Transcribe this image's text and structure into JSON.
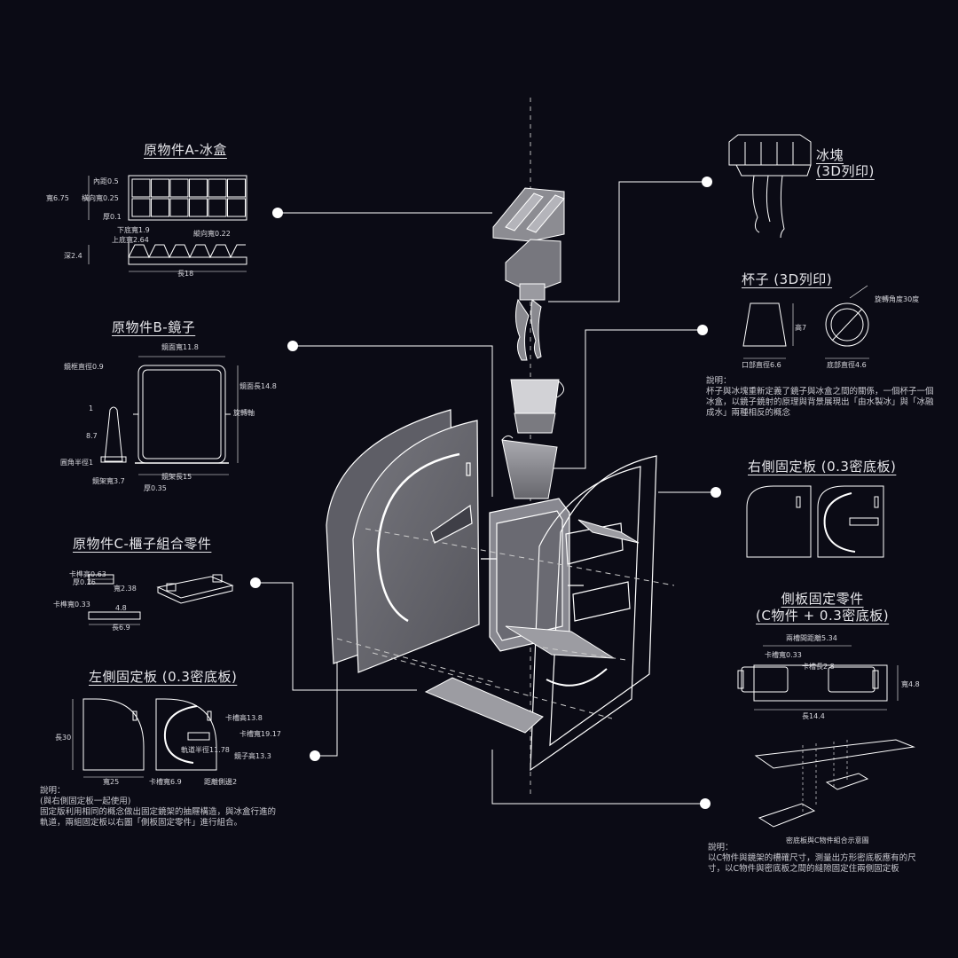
{
  "sections": {
    "ice_box": {
      "title": "原物件A-冰盒",
      "dims": [
        "內距0.5",
        "寬6.75",
        "橫向寬0.25",
        "厚0.1",
        "下底寬1.9",
        "上底寬2.64",
        "縱向寬0.22",
        "深2.4",
        "長18"
      ]
    },
    "mirror": {
      "title": "原物件B-鏡子",
      "dims": [
        "鏡面寬11.8",
        "鏡框直徑0.9",
        "鏡面長14.8",
        "旋轉軸",
        "1",
        "8.7",
        "圓角半徑1",
        "鏡架寬3.7",
        "鏡架長15",
        "厚0.35"
      ]
    },
    "drawer": {
      "title": "原物件C-櫃子組合零件",
      "dims": [
        "卡榫高0.63",
        "厚0.26",
        "寬2.38",
        "卡榫寬0.33",
        "4.8",
        "長6.9"
      ]
    },
    "left_panel": {
      "title": "左側固定板 (0.3密底板)",
      "dims": [
        "長30",
        "寬25",
        "卡槽高13.8",
        "卡槽寬19.17",
        "軌道半徑11.78",
        "鏡子高13.3",
        "卡槽寬6.9",
        "距離側邊2"
      ],
      "note": "說明：\n(與右側固定板一起使用)\n固定版利用相同的概念做出固定鏡架的抽屜構造，與冰盒行進的軌道，兩組固定板以右圖「側板固定零件」進行組合。"
    },
    "ice_cube": {
      "title": "冰塊\n(3D列印)"
    },
    "cup": {
      "title": "杯子 (3D列印)",
      "dims": [
        "旋轉角度30度",
        "高7",
        "口部直徑6.6",
        "底部直徑4.6"
      ],
      "note": "說明：\n杯子與冰塊重新定義了鏡子與冰盒之間的關係，一個杯子一個冰盒，以鏡子鏡射的原理與背景展現出「由水製冰」與「冰融成水」兩種相反的概念"
    },
    "right_panel": {
      "title": "右側固定板 (0.3密底板)"
    },
    "side_parts": {
      "title": "側板固定零件\n(C物件 + 0.3密底板)",
      "dims": [
        "兩槽間距離5.34",
        "卡槽寬0.33",
        "卡槽長2.8",
        "寬4.8",
        "長14.4"
      ],
      "caption": "密底板與C物件組合示意圖",
      "note": "說明：\n以C物件與鏡架的槽確尺寸，測量出方形密底板應有的尺寸，以C物件與密底板之間的縫隙固定住兩側固定板"
    }
  },
  "colors": {
    "background": "#0b0b15",
    "line": "#ffffff",
    "panel": "#6a6a70",
    "panel_dark": "#4a4a52"
  }
}
